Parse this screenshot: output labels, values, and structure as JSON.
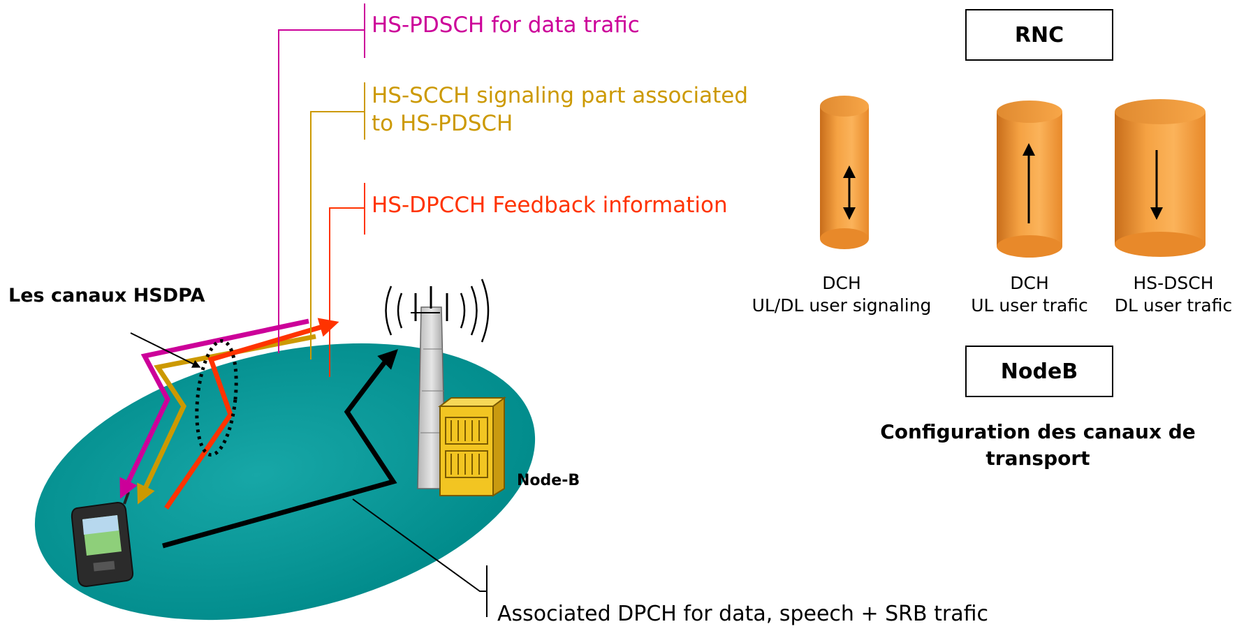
{
  "channels": {
    "pdsch_label": "HS-PDSCH for data trafic",
    "scch_label": "HS-SCCH signaling part associated to HS-PDSCH",
    "dpcch_label": "HS-DPCCH Feedback information",
    "dpch_label": "Associated DPCH for data, speech + SRB trafic"
  },
  "labels": {
    "hsdpa_title": "Les canaux HSDPA",
    "nodeb_site": "Node-B"
  },
  "right_panel": {
    "rnc": "RNC",
    "nodeb": "NodeB",
    "config_title": "Configuration des canaux de transport",
    "cylinders": [
      {
        "name": "DCH",
        "desc": "UL/DL user signaling",
        "arrow": "both"
      },
      {
        "name": "DCH",
        "desc": "UL user trafic",
        "arrow": "up"
      },
      {
        "name": "HS-DSCH",
        "desc": "DL user trafic",
        "arrow": "down"
      }
    ]
  },
  "colors": {
    "pdsch": "#CC0099",
    "scch": "#CC9900",
    "dpcch": "#FF3300",
    "cell": "#009999",
    "cylinder": "#F5A243"
  }
}
